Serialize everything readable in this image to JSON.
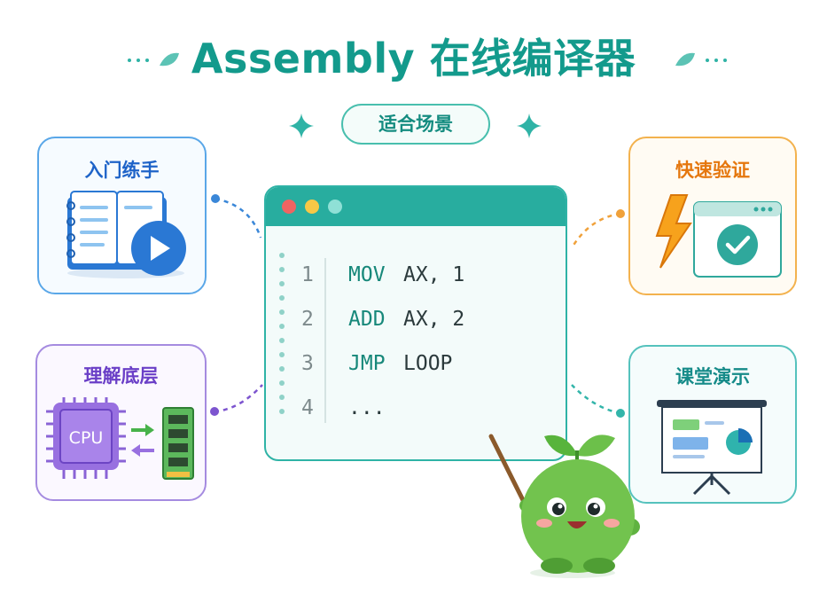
{
  "title": "Assembly 在线编译器",
  "scenes_label": "适合场景",
  "cards": {
    "beginner": "入门练手",
    "low_level": "理解底层",
    "verify": "快速验证",
    "classroom": "课堂演示"
  },
  "chip_label": "CPU",
  "editor": {
    "lines": [
      {
        "num": "1",
        "op": "MOV",
        "args": "AX, 1"
      },
      {
        "num": "2",
        "op": "ADD",
        "args": "AX, 2"
      },
      {
        "num": "3",
        "op": "JMP",
        "args": "LOOP"
      },
      {
        "num": "4",
        "op": "...",
        "args": ""
      }
    ]
  },
  "colors": {
    "teal": "#139a8c",
    "blue": "#1e63c8",
    "purple": "#6a3fc7",
    "orange": "#e5770e",
    "green_mascot": "#6cc04a"
  }
}
